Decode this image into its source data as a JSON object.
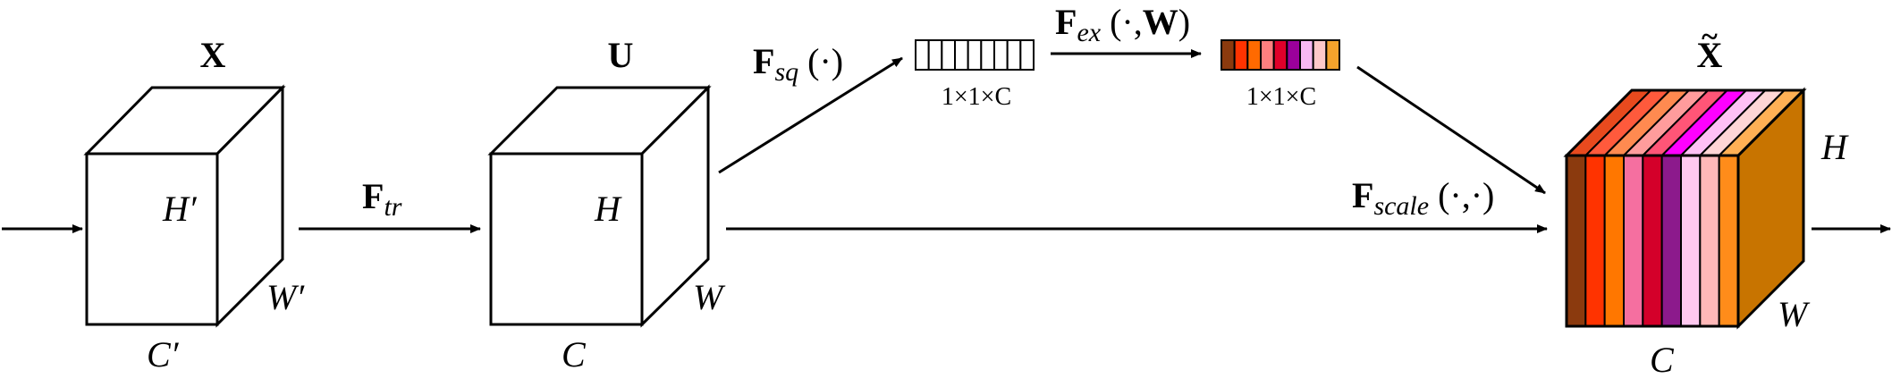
{
  "diagram": {
    "input": {
      "title": "X",
      "height_label": "H",
      "width_label": "W",
      "channel_label": "C",
      "prime": "′"
    },
    "transform": {
      "label_main": "F",
      "label_sub": "tr"
    },
    "feature_map": {
      "title": "U",
      "height_label": "H",
      "width_label": "W",
      "channel_label": "C"
    },
    "squeeze": {
      "label_main": "F",
      "label_sub": "sq",
      "label_arg": " (·)",
      "vector_dims": "1×1×C"
    },
    "excitation": {
      "label_main": "F",
      "label_sub": "ex",
      "label_arg_open": " (·,",
      "label_arg_w": "W",
      "label_arg_close": ")",
      "vector_dims": "1×1×C"
    },
    "scale": {
      "label_main": "F",
      "label_sub": "scale",
      "label_arg": " (·,·)"
    },
    "output": {
      "title": "X",
      "tilde": "~",
      "height_label": "H",
      "width_label": "W",
      "channel_label": "C"
    },
    "colors": {
      "outline": "#000000",
      "excitation_vector": [
        "#8B3A0E",
        "#FF3300",
        "#FF6A00",
        "#FF7F7F",
        "#E0002A",
        "#9B009B",
        "#F7B8F2",
        "#FFC9C9",
        "#F4A32C"
      ],
      "output_slices": [
        "#8B3A0E",
        "#FF3300",
        "#FF7700",
        "#F56FA0",
        "#D4002A",
        "#8C1A8C",
        "#FFC9F0",
        "#FFB8B8",
        "#FF8C1A"
      ],
      "output_top_slices": [
        "#E84A1E",
        "#FF5A3C",
        "#FF8A50",
        "#FF9C9C",
        "#FF5577",
        "#FF00FF",
        "#FFC0F5",
        "#FFD6D6",
        "#FFB055"
      ],
      "output_side": "#C87400"
    }
  }
}
